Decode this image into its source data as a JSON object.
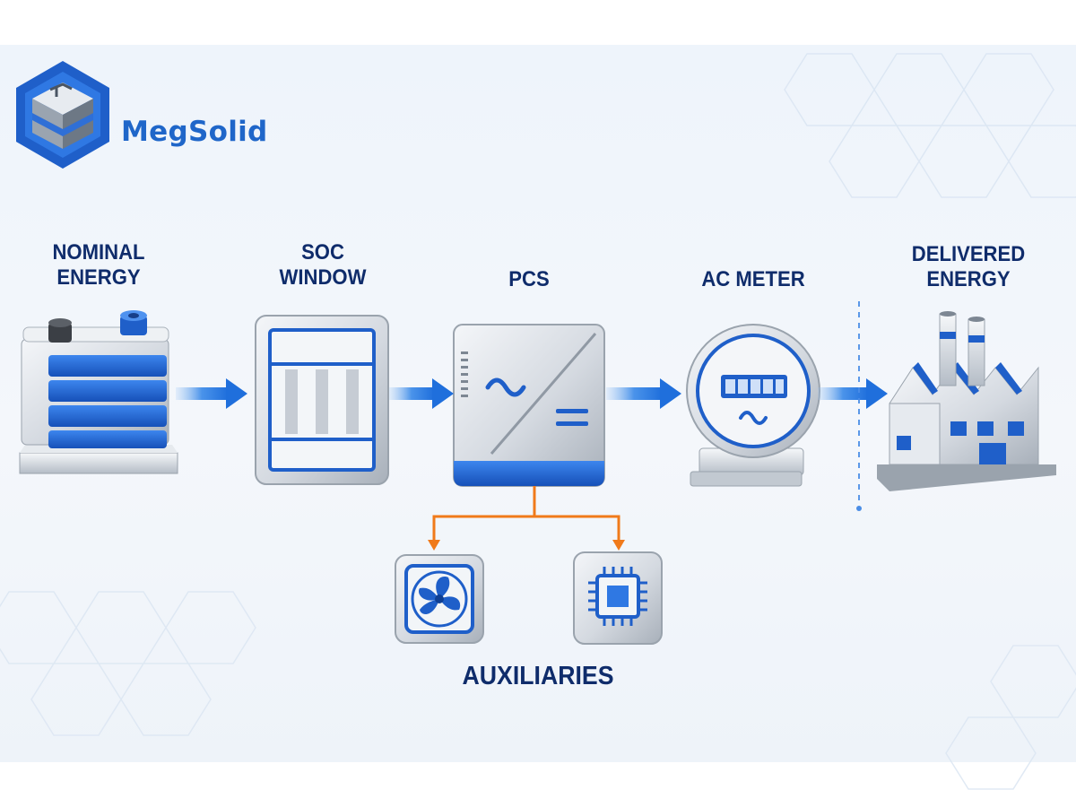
{
  "brand": {
    "name": "MegSolid"
  },
  "stages": [
    {
      "id": "nominal-energy",
      "line1": "NOMINAL",
      "line2": "ENERGY"
    },
    {
      "id": "soc-window",
      "line1": "SOC",
      "line2": "WINDOW"
    },
    {
      "id": "pcs",
      "line1": "PCS",
      "line2": ""
    },
    {
      "id": "ac-meter",
      "line1": "AC METER",
      "line2": ""
    },
    {
      "id": "delivered-energy",
      "line1": "DELIVERED",
      "line2": "ENERGY"
    }
  ],
  "auxiliaries": {
    "label": "AUXILIARIES",
    "items": [
      "fan-icon",
      "chip-icon"
    ]
  },
  "colors": {
    "primary_blue": "#1f66c9",
    "label_navy": "#0f2c6b",
    "flow_arrow": "#2a7de1",
    "aux_arrow": "#f07a1a",
    "metal": "#c9d0d8"
  }
}
